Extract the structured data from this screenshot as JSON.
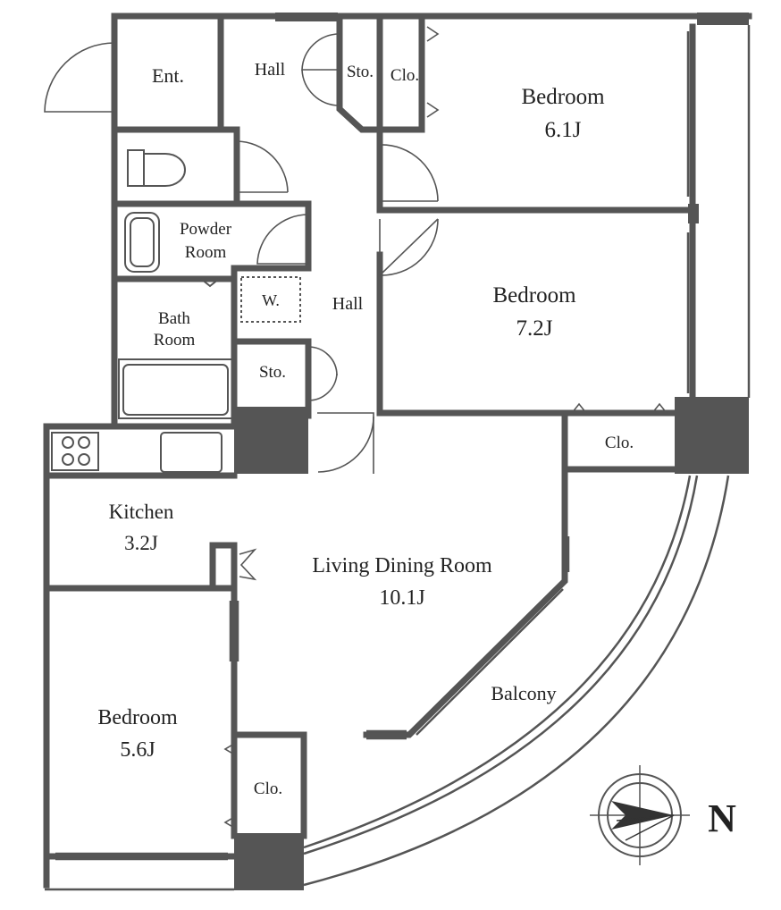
{
  "rooms": {
    "entrance": "Ent.",
    "hall_top": "Hall",
    "storage_top": "Sto.",
    "closet_top": "Clo.",
    "bedroom1_name": "Bedroom",
    "bedroom1_size": "6.1J",
    "powder_line1": "Powder",
    "powder_line2": "Room",
    "washer": "W.",
    "hall_mid": "Hall",
    "bedroom2_name": "Bedroom",
    "bedroom2_size": "7.2J",
    "bath_line1": "Bath",
    "bath_line2": "Room",
    "storage_mid": "Sto.",
    "closet_mid": "Clo.",
    "kitchen_name": "Kitchen",
    "kitchen_size": "3.2J",
    "living_name": "Living Dining Room",
    "living_size": "10.1J",
    "balcony": "Balcony",
    "bedroom3_name": "Bedroom",
    "bedroom3_size": "5.6J",
    "closet_bottom": "Clo."
  },
  "compass": {
    "label": "N",
    "icon": "compass-north-icon"
  },
  "colors": {
    "wall": "#555555",
    "background": "#ffffff",
    "text": "#222222"
  }
}
